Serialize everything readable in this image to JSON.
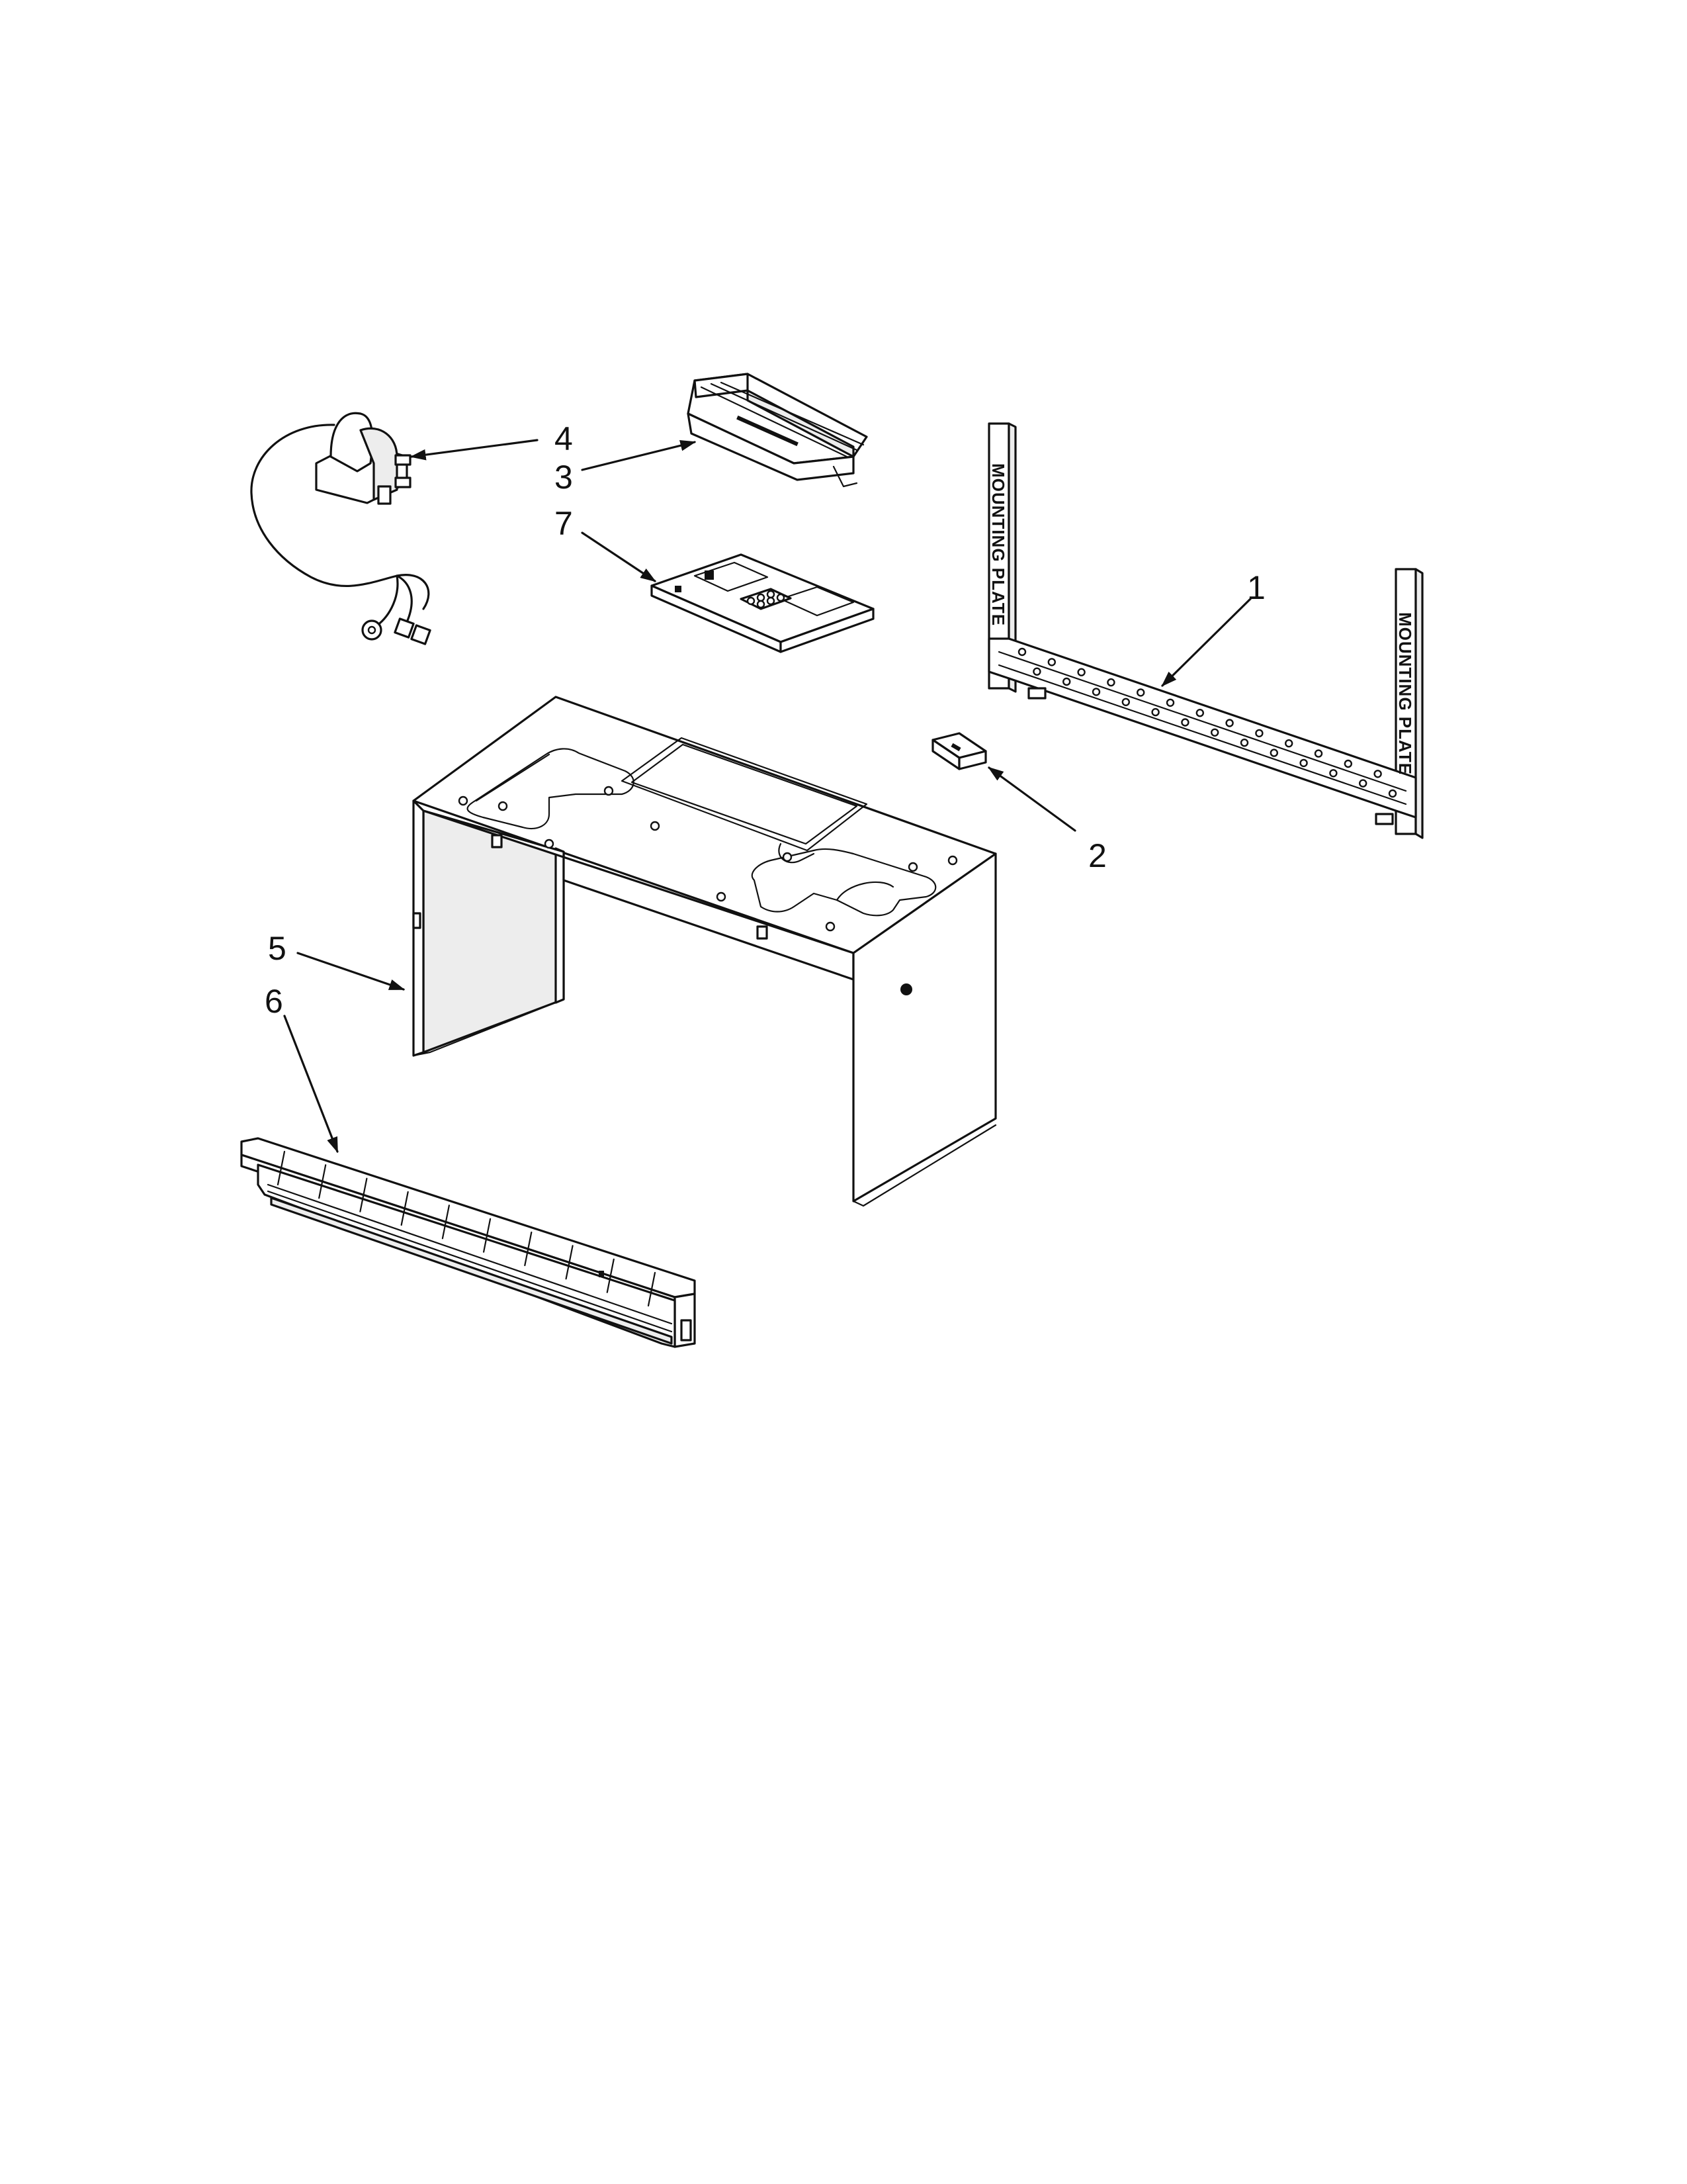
{
  "callouts": {
    "c1": "1",
    "c2": "2",
    "c3": "3",
    "c4": "4",
    "c5": "5",
    "c6": "6",
    "c7": "7"
  },
  "mounting_plate_text": {
    "left": "MOUNTING PLATE",
    "right": "MOUNTING PLATE"
  }
}
